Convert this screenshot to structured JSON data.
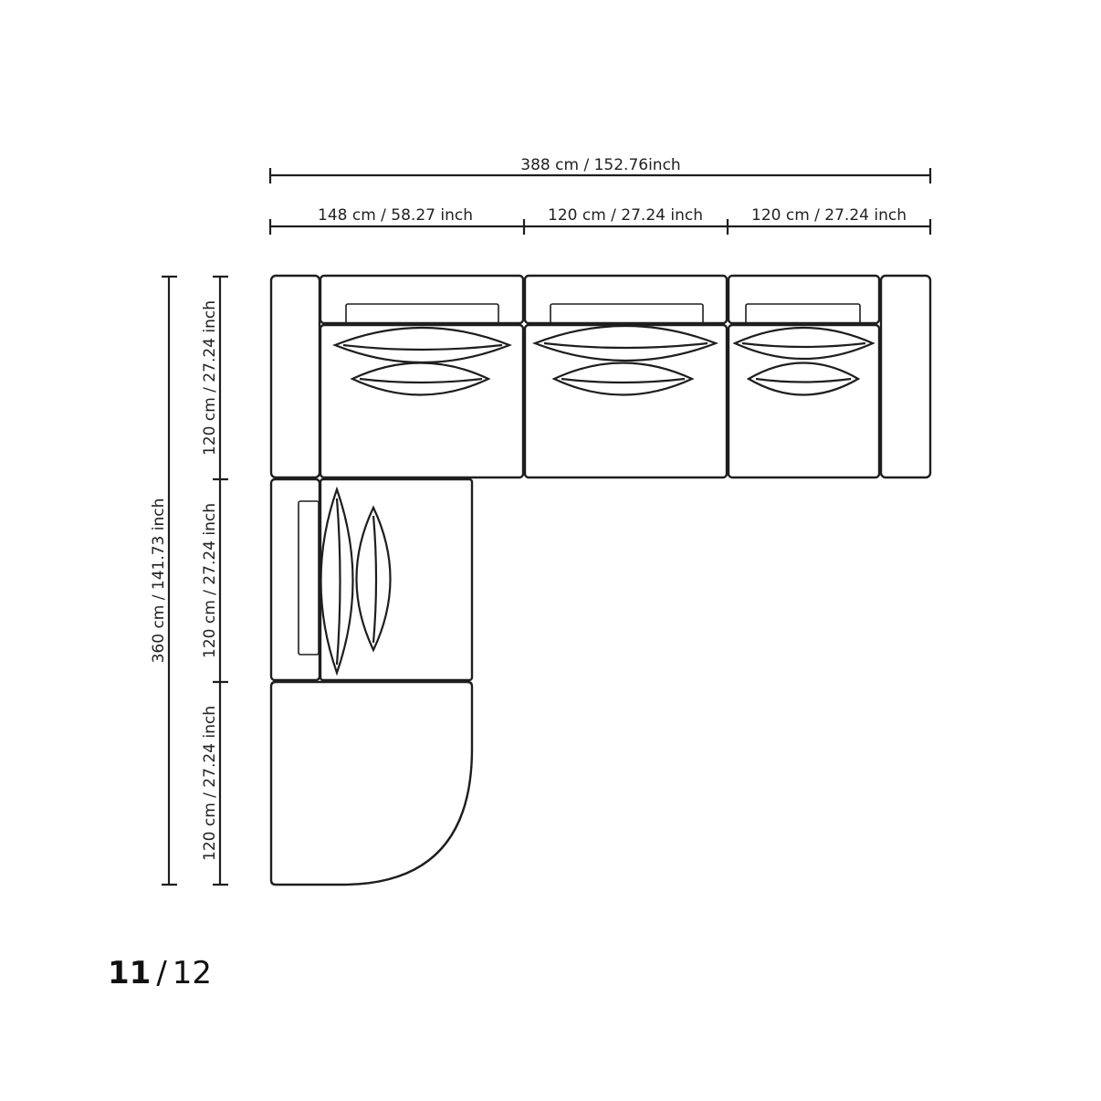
{
  "dimensions": {
    "total_width": "388 cm / 152.76inch",
    "seg_1": "148 cm / 58.27 inch",
    "seg_2": "120 cm / 27.24 inch",
    "seg_3": "120 cm / 27.24 inch",
    "total_depth": "360 cm / 141.73 inch",
    "depth_1": "120 cm / 27.24 inch",
    "depth_2": "120 cm / 27.24 inch",
    "depth_3": "120 cm / 27.24 inch"
  },
  "pager": {
    "current": "11",
    "separator": "/",
    "total": "12"
  }
}
